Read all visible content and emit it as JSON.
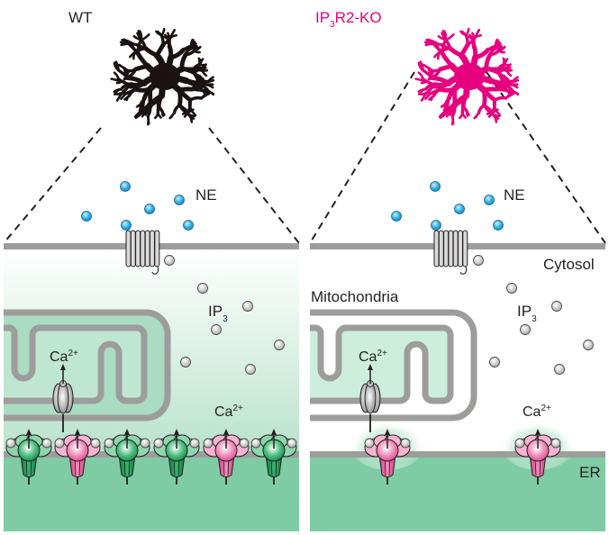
{
  "panels": [
    {
      "id": "wt",
      "title": "WT",
      "title_color": "#231f20",
      "cell_color": "#1a1311",
      "ne_label": "NE",
      "ip3_label": "IP",
      "ip3_sub": "3",
      "ca_mito_label": "Ca",
      "ca_mito_sup": "2+",
      "ca_cyto_label": "Ca",
      "ca_cyto_sup": "2+",
      "ip3r_channels": [
        "green",
        "pink",
        "green",
        "green",
        "pink",
        "green"
      ],
      "cytosol_tint": true
    },
    {
      "id": "ko",
      "title_main": "IP",
      "title_sub": "3",
      "title_rest": "R2-KO",
      "title_color": "#e6007e",
      "cell_color": "#e6007e",
      "ne_label": "NE",
      "cytosol_label": "Cytosol",
      "mito_label": "Mitochondria",
      "ip3_label": "IP",
      "ip3_sub": "3",
      "ca_mito_label": "Ca",
      "ca_mito_sup": "2+",
      "ca_cyto_label": "Ca",
      "ca_cyto_sup": "2+",
      "er_label": "ER",
      "ip3r_channels": [
        "pink",
        "pink"
      ],
      "cytosol_tint": false
    }
  ],
  "colors": {
    "membrane": "#9d9d9c",
    "er_lumen": "#7fcba4",
    "cytosol_green": "#c9ebd9",
    "mito_matrix": "#a9dcc2",
    "ne_molecule": "#29a9e1",
    "ip3_molecule": "#c9c9c9",
    "ip3r_green": "#1fa15a",
    "ip3r_pink": "#ee6fa6",
    "ca_glow": "#9fd9bb"
  }
}
